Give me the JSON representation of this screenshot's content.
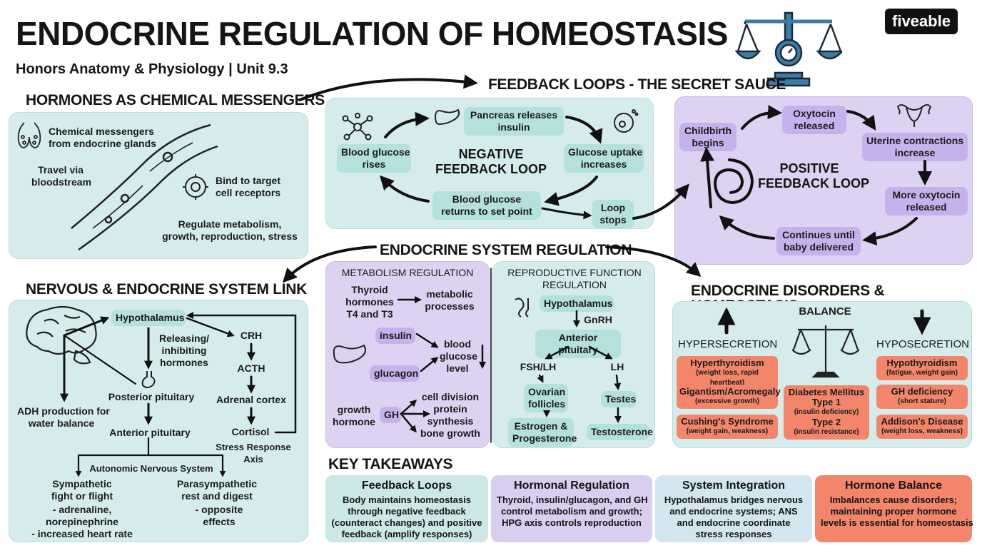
{
  "title": "ENDOCRINE REGULATION OF HOMEOSTASIS",
  "subtitle": "Honors Anatomy & Physiology | Unit 9.3",
  "brand": "fiveable",
  "colors": {
    "teal_panel": "#d6ecec",
    "teal_pill": "#b4e0dd",
    "lavender_panel": "#ddd2f2",
    "lavender_pill": "#c5b2ec",
    "coral": "#f3866a",
    "balance_icon": "#3d7ca3"
  },
  "messengers": {
    "heading": "HORMONES AS CHEMICAL MESSENGERS",
    "item1": "Chemical messengers\nfrom endocrine glands",
    "item2": "Travel via\nbloodstream",
    "item3": "Bind to target\ncell receptors",
    "item4": "Regulate metabolism,\ngrowth, reproduction, stress"
  },
  "feedback": {
    "heading": "FEEDBACK LOOPS - THE SECRET SAUCE",
    "negative": {
      "title": "NEGATIVE\nFEEDBACK LOOP",
      "s1": "Blood glucose\nrises",
      "s2": "Pancreas releases\ninsulin",
      "s3": "Glucose uptake\nincreases",
      "s4": "Blood glucose\nreturns to set point",
      "s5": "Loop\nstops"
    },
    "positive": {
      "title": "POSITIVE\nFEEDBACK LOOP",
      "s1": "Childbirth\nbegins",
      "s2": "Oxytocin\nreleased",
      "s3": "Uterine contractions\nincrease",
      "s4": "More oxytocin\nreleased",
      "s5": "Continues until\nbaby delivered"
    }
  },
  "nervous": {
    "heading": "NERVOUS & ENDOCRINE SYSTEM LINK",
    "hypothalamus": "Hypothalamus",
    "releasing": "Releasing/\ninhibiting\nhormones",
    "adh": "ADH production for\nwater balance",
    "posterior": "Posterior pituitary",
    "anterior": "Anterior pituitary",
    "crh": "CRH",
    "acth": "ACTH",
    "adrenal": "Adrenal cortex",
    "cortisol": "Cortisol",
    "stress_axis": "Stress Response Axis",
    "ans": "Autonomic Nervous System",
    "sympathetic": "Sympathetic\nfight or flight",
    "symp_list": "- adrenaline,\nnorepinephrine\n- increased heart rate",
    "parasympathetic": "Parasympathetic\nrest and digest",
    "para_list": "- opposite effects"
  },
  "regulation": {
    "heading": "ENDOCRINE SYSTEM REGULATION",
    "metabolism": {
      "heading": "METABOLISM REGULATION",
      "thyroid": "Thyroid\nhormones\nT4 and T3",
      "metabolic": "metabolic\nprocesses",
      "insulin": "insulin",
      "glucagon": "glucagon",
      "blood": "blood\nglucose\nlevel",
      "growth_hormone": "growth\nhormone",
      "gh": "GH",
      "gh_effects": "cell division\nprotein\nsynthesis\nbone growth"
    },
    "reproductive": {
      "heading": "REPRODUCTIVE FUNCTION\nREGULATION",
      "hypothalamus": "Hypothalamus",
      "gnrh": "GnRH",
      "anterior": "Anterior pituitary",
      "fsh": "FSH/LH",
      "lh": "LH",
      "ovarian": "Ovarian\nfollicles",
      "testes": "Testes",
      "estrogen": "Estrogen &\nProgesterone",
      "testosterone": "Testosterone"
    }
  },
  "disorders": {
    "heading": "ENDOCRINE DISORDERS & HOMEOSTASIS",
    "balance": "BALANCE",
    "hyper": "HYPERSECRETION",
    "hypo": "HYPOSECRETION",
    "hyper_items": [
      {
        "name": "Hyperthyroidism",
        "note": "(weight loss, rapid heartbeat)"
      },
      {
        "name": "Gigantism/Acromegaly",
        "note": "(excessive growth)"
      },
      {
        "name": "Cushing's Syndrome",
        "note": "(weight gain, weakness)"
      }
    ],
    "diabetes": {
      "name": "Diabetes Mellitus",
      "t1": "Type 1",
      "t1_note": "(insulin deficiency)",
      "t2": "Type 2",
      "t2_note": "(insulin resistance)"
    },
    "hypo_items": [
      {
        "name": "Hypothyroidism",
        "note": "(fatigue, weight gain)"
      },
      {
        "name": "GH deficiency",
        "note": "(short stature)"
      },
      {
        "name": "Addison's Disease",
        "note": "(weight loss, weakness)"
      }
    ]
  },
  "takeaways": {
    "heading": "KEY TAKEAWAYS",
    "cards": [
      {
        "title": "Feedback Loops",
        "body": "Body maintains homeostasis\nthrough negative feedback\n(counteract changes) and positive\nfeedback (amplify responses)"
      },
      {
        "title": "Hormonal Regulation",
        "body": "Thyroid, insulin/glucagon, and GH\ncontrol metabolism and growth;\nHPG axis controls reproduction"
      },
      {
        "title": "System Integration",
        "body": "Hypothalamus bridges nervous\nand endocrine systems; ANS\nand endocrine coordinate\nstress responses"
      },
      {
        "title": "Hormone Balance",
        "body": "Imbalances cause disorders;\nmaintaining proper hormone\nlevels is essential for homeostasis"
      }
    ]
  }
}
